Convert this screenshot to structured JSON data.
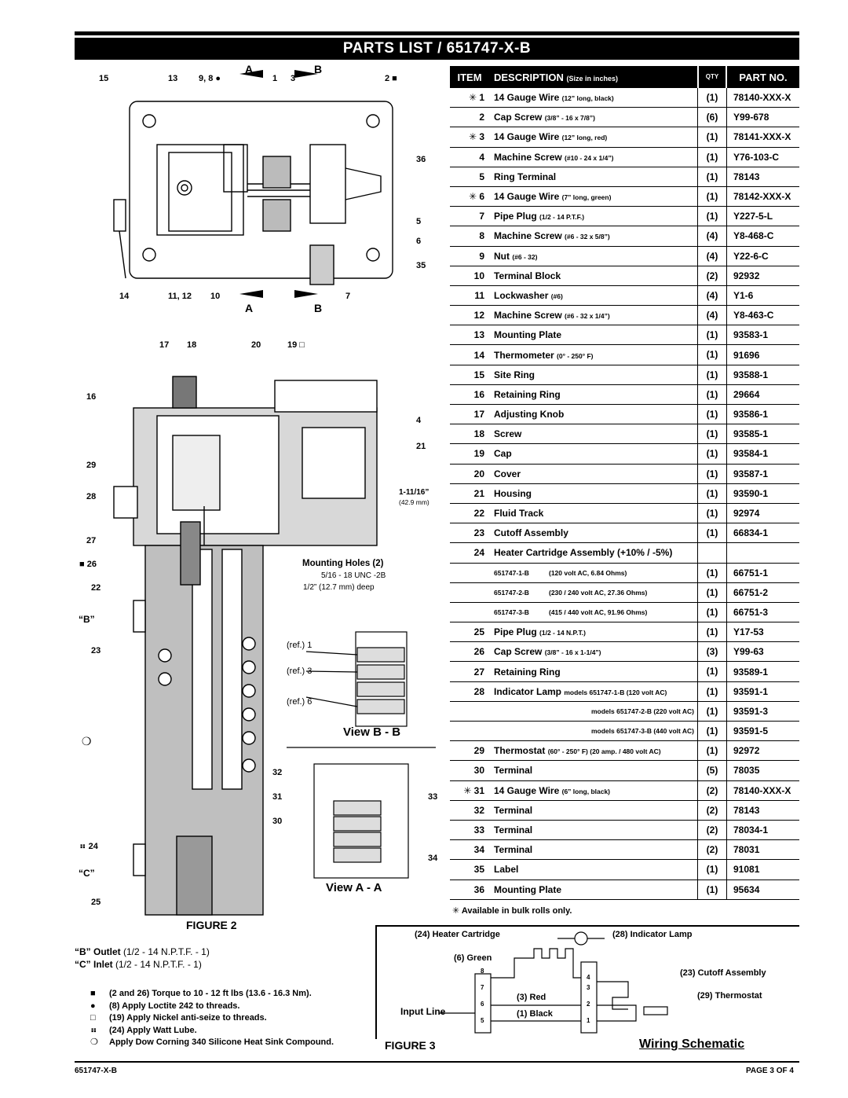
{
  "title": "PARTS LIST / 651747-X-B",
  "figure_labels": {
    "fig2": "FIGURE 2",
    "fig3": "FIGURE 3",
    "view_bb": "View B - B",
    "view_aa": "View A - A",
    "wiring_schematic": "Wiring Schematic"
  },
  "callouts": {
    "c15": "15",
    "c13": "13",
    "c98": "9, 8 ●",
    "cA": "A",
    "c1": "1",
    "c3": "3",
    "cB": "B",
    "c2": "2 ■",
    "c36": "36",
    "c5": "5",
    "c6": "6",
    "c35": "35",
    "c14": "14",
    "c1112": "11, 12",
    "c10": "10",
    "c7": "7",
    "c17": "17",
    "c18": "18",
    "c20": "20",
    "c19": "19 □",
    "c16": "16",
    "c4": "4",
    "c21": "21",
    "c29": "29",
    "c28": "28",
    "c27": "27",
    "c26": "■ 26",
    "c22": "22",
    "cBq": "“B”",
    "c23": "23",
    "c24": "⠶ 24",
    "cCq": "“C”",
    "c25": "25",
    "c32": "32",
    "c31": "31",
    "c30": "30",
    "c33": "33",
    "c34": "34",
    "ref1": "(ref.) 1",
    "ref3": "(ref.) 3",
    "ref6": "(ref.) 6",
    "dim": "1-11/16”",
    "dim_mm": "(42.9 mm)",
    "mh_title": "Mounting Holes (2)",
    "mh_l1": "5/16 - 18 UNC -2B",
    "mh_l2": "1/2” (12.7 mm) deep"
  },
  "table_header": {
    "item": "ITEM",
    "desc": "DESCRIPTION",
    "desc_small": "(Size in inches)",
    "qty": "QTY",
    "part": "PART NO."
  },
  "parts": [
    {
      "item": "✳ 1",
      "desc": "14 Gauge Wire",
      "size": "(12” long, black)",
      "qty": "(1)",
      "part": "78140-XXX-X"
    },
    {
      "item": "2",
      "desc": "Cap Screw",
      "size": "(3/8” - 16 x 7/8”)",
      "qty": "(6)",
      "part": "Y99-678"
    },
    {
      "item": "✳ 3",
      "desc": "14 Gauge Wire",
      "size": "(12” long, red)",
      "qty": "(1)",
      "part": "78141-XXX-X"
    },
    {
      "item": "4",
      "desc": "Machine Screw",
      "size": "(#10 - 24 x 1/4”)",
      "qty": "(1)",
      "part": "Y76-103-C"
    },
    {
      "item": "5",
      "desc": "Ring Terminal",
      "size": "",
      "qty": "(1)",
      "part": "78143"
    },
    {
      "item": "✳ 6",
      "desc": "14 Gauge Wire",
      "size": "(7” long, green)",
      "qty": "(1)",
      "part": "78142-XXX-X"
    },
    {
      "item": "7",
      "desc": "Pipe Plug",
      "size": "(1/2 - 14 P.T.F.)",
      "qty": "(1)",
      "part": "Y227-5-L"
    },
    {
      "item": "8",
      "desc": "Machine Screw",
      "size": "(#6 - 32 x 5/8”)",
      "qty": "(4)",
      "part": "Y8-468-C"
    },
    {
      "item": "9",
      "desc": "Nut",
      "size": "(#6 - 32)",
      "qty": "(4)",
      "part": "Y22-6-C"
    },
    {
      "item": "10",
      "desc": "Terminal Block",
      "size": "",
      "qty": "(2)",
      "part": "92932"
    },
    {
      "item": "11",
      "desc": "Lockwasher",
      "size": "(#6)",
      "qty": "(4)",
      "part": "Y1-6"
    },
    {
      "item": "12",
      "desc": "Machine Screw",
      "size": "(#6 - 32 x 1/4”)",
      "qty": "(4)",
      "part": "Y8-463-C"
    },
    {
      "item": "13",
      "desc": "Mounting Plate",
      "size": "",
      "qty": "(1)",
      "part": "93583-1"
    },
    {
      "item": "14",
      "desc": "Thermometer",
      "size": "(0° - 250° F)",
      "qty": "(1)",
      "part": "91696"
    },
    {
      "item": "15",
      "desc": "Site Ring",
      "size": "",
      "qty": "(1)",
      "part": "93588-1"
    },
    {
      "item": "16",
      "desc": "Retaining Ring",
      "size": "",
      "qty": "(1)",
      "part": "29664"
    },
    {
      "item": "17",
      "desc": "Adjusting Knob",
      "size": "",
      "qty": "(1)",
      "part": "93586-1"
    },
    {
      "item": "18",
      "desc": "Screw",
      "size": "",
      "qty": "(1)",
      "part": "93585-1"
    },
    {
      "item": "19",
      "desc": "Cap",
      "size": "",
      "qty": "(1)",
      "part": "93584-1"
    },
    {
      "item": "20",
      "desc": "Cover",
      "size": "",
      "qty": "(1)",
      "part": "93587-1"
    },
    {
      "item": "21",
      "desc": "Housing",
      "size": "",
      "qty": "(1)",
      "part": "93590-1"
    },
    {
      "item": "22",
      "desc": "Fluid Track",
      "size": "",
      "qty": "(1)",
      "part": "92974"
    },
    {
      "item": "23",
      "desc": "Cutoff Assembly",
      "size": "",
      "qty": "(1)",
      "part": "66834-1"
    },
    {
      "item": "24",
      "desc": "Heater Cartridge Assembly (+10% / -5%)",
      "size": "",
      "qty": "",
      "part": ""
    },
    {
      "item": "",
      "sub": "651747-1-B",
      "subdesc": "(120 volt AC, 6.84 Ohms)",
      "qty": "(1)",
      "part": "66751-1"
    },
    {
      "item": "",
      "sub": "651747-2-B",
      "subdesc": "(230 / 240 volt AC, 27.36 Ohms)",
      "qty": "(1)",
      "part": "66751-2"
    },
    {
      "item": "",
      "sub": "651747-3-B",
      "subdesc": "(415 / 440 volt AC, 91.96 Ohms)",
      "qty": "(1)",
      "part": "66751-3"
    },
    {
      "item": "25",
      "desc": "Pipe Plug",
      "size": "(1/2 - 14 N.P.T.)",
      "qty": "(1)",
      "part": "Y17-53"
    },
    {
      "item": "26",
      "desc": "Cap Screw",
      "size": "(3/8” - 16 x 1-1/4”)",
      "qty": "(3)",
      "part": "Y99-63"
    },
    {
      "item": "27",
      "desc": "Retaining Ring",
      "size": "",
      "qty": "(1)",
      "part": "93589-1"
    },
    {
      "item": "28",
      "desc": "Indicator Lamp",
      "size": "models 651747-1-B (120 volt AC)",
      "qty": "(1)",
      "part": "93591-1"
    },
    {
      "item": "",
      "sub": "",
      "subdesc": "models 651747-2-B (220 volt AC)",
      "qty": "(1)",
      "part": "93591-3"
    },
    {
      "item": "",
      "sub": "",
      "subdesc": "models 651747-3-B (440 volt AC)",
      "qty": "(1)",
      "part": "93591-5"
    },
    {
      "item": "29",
      "desc": "Thermostat",
      "size": "(60° - 250° F) (20 amp. / 480 volt AC)",
      "qty": "(1)",
      "part": "92972"
    },
    {
      "item": "30",
      "desc": "Terminal",
      "size": "",
      "qty": "(5)",
      "part": "78035"
    },
    {
      "item": "✳ 31",
      "desc": "14 Gauge Wire",
      "size": "(6” long, black)",
      "qty": "(2)",
      "part": "78140-XXX-X"
    },
    {
      "item": "32",
      "desc": "Terminal",
      "size": "",
      "qty": "(2)",
      "part": "78143"
    },
    {
      "item": "33",
      "desc": "Terminal",
      "size": "",
      "qty": "(2)",
      "part": "78034-1"
    },
    {
      "item": "34",
      "desc": "Terminal",
      "size": "",
      "qty": "(2)",
      "part": "78031"
    },
    {
      "item": "35",
      "desc": "Label",
      "size": "",
      "qty": "(1)",
      "part": "91081"
    },
    {
      "item": "36",
      "desc": "Mounting Plate",
      "size": "",
      "qty": "(1)",
      "part": "95634"
    }
  ],
  "bulk_note": "✳ Available in bulk rolls only.",
  "outlets": {
    "b_label": "“B”  Outlet",
    "b_val": "(1/2 - 14 N.P.T.F. - 1)",
    "c_label": "“C”  Inlet",
    "c_val": "(1/2 - 14 N.P.T.F. - 1)"
  },
  "notes": [
    {
      "sym": "■",
      "text": "(2 and 26) Torque to 10 - 12 ft lbs (13.6 - 16.3 Nm)."
    },
    {
      "sym": "●",
      "text": "(8) Apply Loctite 242 to threads."
    },
    {
      "sym": "□",
      "text": "(19) Apply Nickel anti-seize to threads."
    },
    {
      "sym": "⠶",
      "text": "(24) Apply Watt Lube."
    },
    {
      "sym": "❍",
      "text": "Apply Dow Corning 340 Silicone Heat Sink Compound."
    }
  ],
  "wiring": {
    "heater": "(24) Heater Cartridge",
    "lamp": "(28) Indicator Lamp",
    "green": "(6) Green",
    "cutoff": "(23) Cutoff Assembly",
    "thermostat": "(29) Thermostat",
    "red": "(3) Red",
    "black": "(1) Black",
    "input": "Input Line",
    "t8": "8",
    "t7": "7",
    "t6": "6",
    "t5": "5",
    "t4": "4",
    "t3": "3",
    "t2": "2",
    "t1": "1"
  },
  "footer": {
    "left": "651747-X-B",
    "right": "PAGE 3 OF 4"
  }
}
